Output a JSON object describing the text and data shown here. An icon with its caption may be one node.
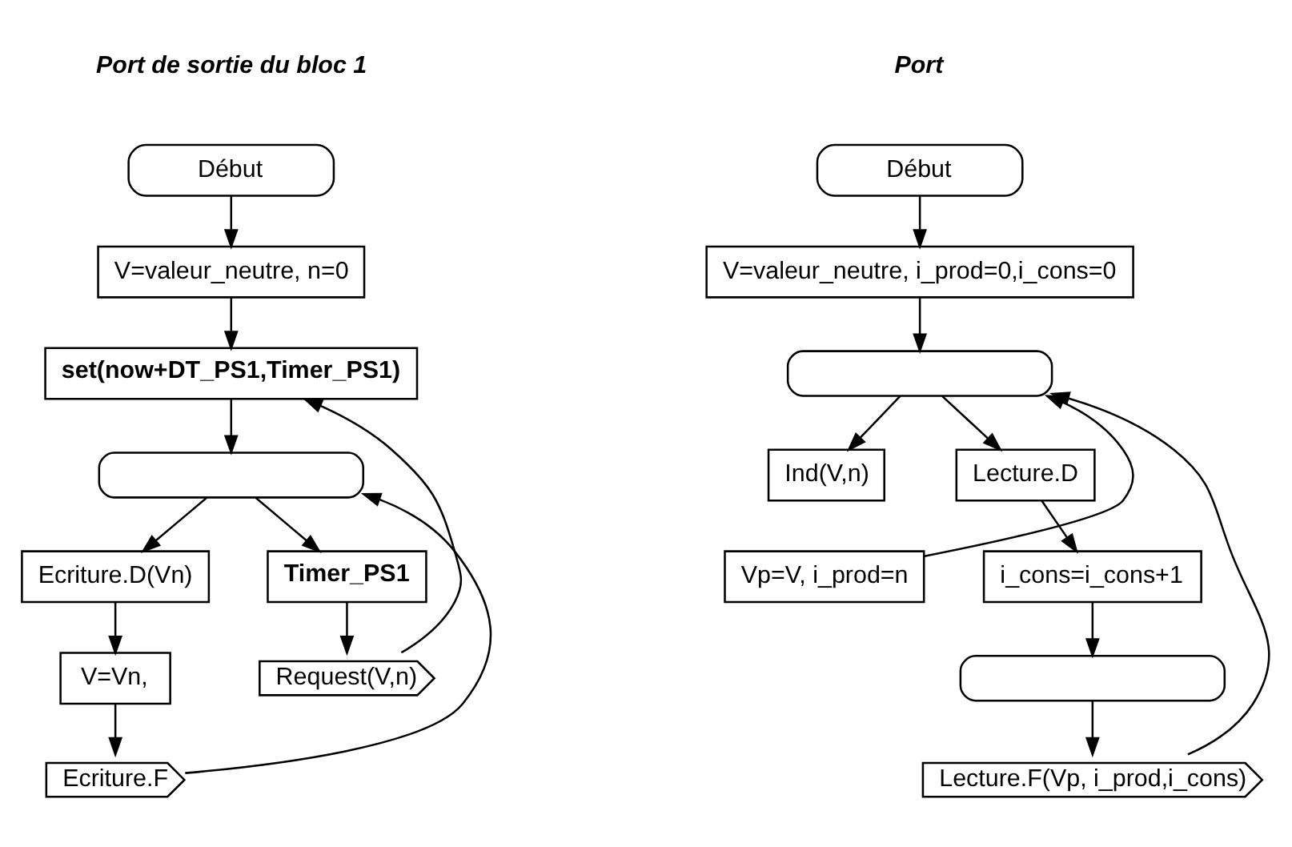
{
  "diagram": {
    "nodes": [
      {
        "text": [
          "Début"
        ]
      },
      {
        "text": [
          "V=valeur_neutre, n=0"
        ]
      },
      {
        "text": [
          "set(now+DT_PS1,Timer_PS1)"
        ]
      },
      {
        "text": [],
        "shape": "box"
      },
      {
        "text": [
          "Ecriture.D(Vn)"
        ]
      },
      {
        "text": [
          "Timer_PS1"
        ]
      },
      {
        "text": [
          "V=Vn,"
        ]
      },
      {
        "text": [
          "Ecriture.F"
        ]
      },
      {
        "text": [
          "Request(V,n)"
        ]
      },
      {
        "text": [
          "Début"
        ]
      },
      {
        "text": [
          "V=valeur_neutre, i_prod=0,i_cons=0"
        ]
      },
      {
        "text": [],
        "shape": "box"
      },
      {
        "text": [
          "Ind(V,n)"
        ]
      },
      {
        "text": [
          "Lecture.D"
        ]
      },
      {
        "text": [
          "Vp=V, i_prod=n"
        ]
      },
      {
        "text": [
          "i_cons=i_cons+1"
        ]
      },
      {
        "text": [],
        "shape": "box"
      },
      {
        "text": [
          "Lecture.F(Vp, i_prod,i_cons)"
        ]
      }
    ],
    "edges": [
      {
        "from": 0,
        "to": 1,
        "arrow": "to"
      },
      {
        "from": 1,
        "to": 2,
        "arrow": "to"
      },
      {
        "from": 2,
        "to": 3,
        "arrow": "to"
      },
      {
        "from": 3,
        "to": 4,
        "arrow": "to"
      },
      {
        "from": 3,
        "to": 5,
        "arrow": "to"
      },
      {
        "from": 4,
        "to": 6,
        "arrow": "to"
      },
      {
        "from": 6,
        "to": 7,
        "arrow": "to"
      },
      {
        "from": 7,
        "to": 3,
        "arrow": "to"
      },
      {
        "from": 5,
        "to": 8,
        "arrow": "to"
      },
      {
        "from": 8,
        "to": 2,
        "arrow": "to"
      },
      {
        "from": 9,
        "to": 10,
        "arrow": "to"
      },
      {
        "from": 10,
        "to": 11,
        "arrow": "to"
      },
      {
        "from": 11,
        "to": 12,
        "arrow": "to"
      },
      {
        "from": 11,
        "to": 13,
        "arrow": "to"
      },
      {
        "from": 14,
        "to": 11,
        "arrow": "to"
      },
      {
        "from": 13,
        "to": 15,
        "arrow": "to"
      },
      {
        "from": 15,
        "to": 16,
        "arrow": "to"
      },
      {
        "from": 16,
        "to": 17,
        "arrow": "to"
      },
      {
        "from": 17,
        "to": 11,
        "arrow": "to"
      }
    ],
    "labels": [
      "Port de sortie du bloc 1",
      "Port"
    ]
  }
}
